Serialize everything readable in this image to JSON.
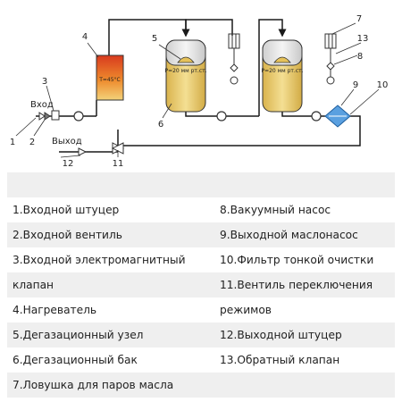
{
  "diagram": {
    "callouts": [
      "1",
      "2",
      "3",
      "4",
      "5",
      "6",
      "7",
      "8",
      "9",
      "10",
      "11",
      "12",
      "13"
    ],
    "inlet_label": "Вход",
    "outlet_label": "Выход",
    "heater_temp": "T=45°C",
    "tank_pressure": "P=20 мм рт.ст.",
    "colors": {
      "pipe": "#1a1a1a",
      "oil": "#e9cc6a",
      "heater_top": "#d83a1e",
      "heater_bottom": "#f0d07a",
      "filter": "#4a90d9"
    }
  },
  "legend": [
    {
      "left": "",
      "right": ""
    },
    {
      "left": "1.Входной штуцер",
      "right": "8.Вакуумный насос"
    },
    {
      "left": "2.Входной вентиль",
      "right": "9.Выходной маслонасос"
    },
    {
      "left": "3.Входной электромагнитный",
      "right": "10.Фильтр тонкой очистки"
    },
    {
      "left": "клапан",
      "right": "11.Вентиль переключения"
    },
    {
      "left": "4.Нагреватель",
      "right": "режимов"
    },
    {
      "left": "5.Дегазационный узел",
      "right": "12.Выходной штуцер"
    },
    {
      "left": "6.Дегазационный бак",
      "right": "13.Обратный клапан"
    },
    {
      "left": "7.Ловушка для паров масла",
      "right": ""
    }
  ]
}
